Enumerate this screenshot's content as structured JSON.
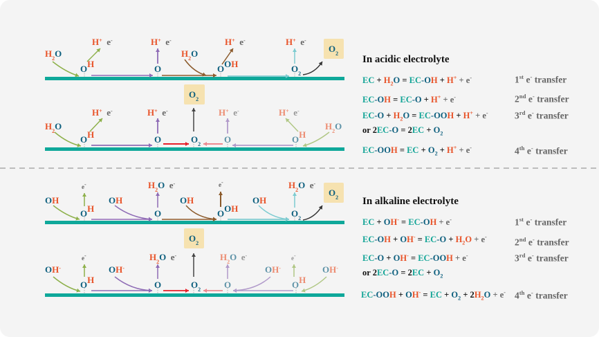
{
  "colors": {
    "o": "#e8542a",
    "b": "#0d5f7e",
    "t": "#14a597",
    "g": "#666666",
    "k": "#111111",
    "surface": "#0fa89a",
    "o2box": "#f6e2b0"
  },
  "species": {
    "H2O": [
      [
        "H",
        "o"
      ],
      [
        "2",
        "o",
        "sub"
      ],
      [
        "O",
        "b"
      ]
    ],
    "O_H": [
      [
        "O",
        "b"
      ],
      [
        "H",
        "o",
        "sup"
      ]
    ],
    "O": [
      [
        "O",
        "b"
      ]
    ],
    "O_OH": [
      [
        "O",
        "b"
      ],
      [
        "O",
        "b",
        "sup"
      ],
      [
        "H",
        "o",
        "sup"
      ]
    ],
    "O2": [
      [
        "O",
        "b"
      ],
      [
        "2",
        "b",
        "sub"
      ]
    ],
    "Hplus_e": [
      [
        "H",
        "o"
      ],
      [
        "+",
        "o",
        "sup"
      ],
      [
        "  e",
        "g"
      ],
      [
        "-",
        "g",
        "sup"
      ]
    ],
    "OH": [
      [
        "O",
        "b"
      ],
      [
        "H",
        "o"
      ]
    ],
    "OHminus": [
      [
        "O",
        "b"
      ],
      [
        "H",
        "o"
      ],
      [
        "-",
        "o",
        "sup"
      ]
    ],
    "e": [
      [
        "e",
        "g"
      ],
      [
        "-",
        "g",
        "sup"
      ]
    ],
    "H2O_e": [
      [
        "H",
        "o"
      ],
      [
        "2",
        "o",
        "sub"
      ],
      [
        "O",
        "b"
      ],
      [
        "  e",
        "g"
      ],
      [
        "-",
        "g",
        "sup"
      ]
    ]
  },
  "acidic": {
    "title": "In acidic electrolyte",
    "equations": [
      {
        "parts": [
          [
            "EC",
            "t"
          ],
          [
            " + ",
            "k"
          ],
          [
            "H",
            "o"
          ],
          [
            "2",
            "o",
            "sub"
          ],
          [
            "O",
            "b"
          ],
          [
            " = ",
            "k"
          ],
          [
            "EC",
            "t"
          ],
          [
            "-O",
            "b"
          ],
          [
            "H",
            "o"
          ],
          [
            " + ",
            "k"
          ],
          [
            "H",
            "o"
          ],
          [
            "+",
            "o",
            "sup"
          ],
          [
            " + e",
            "g"
          ],
          [
            "-",
            "g",
            "sup"
          ]
        ],
        "label": [
          [
            "1",
            "g"
          ],
          [
            "st",
            "g",
            "sup"
          ],
          [
            " e",
            "g"
          ],
          [
            "-",
            "g",
            "sup"
          ],
          [
            " transfer",
            "g"
          ]
        ]
      },
      {
        "parts": [
          [
            "EC",
            "t"
          ],
          [
            "-O",
            "b"
          ],
          [
            "H",
            "o"
          ],
          [
            " = ",
            "k"
          ],
          [
            "EC",
            "t"
          ],
          [
            "-O",
            "b"
          ],
          [
            " + ",
            "k"
          ],
          [
            "H",
            "o"
          ],
          [
            "+",
            "o",
            "sup"
          ],
          [
            " + e",
            "g"
          ],
          [
            "-",
            "g",
            "sup"
          ]
        ],
        "label": [
          [
            "2",
            "g"
          ],
          [
            "nd",
            "g",
            "sup"
          ],
          [
            " e",
            "g"
          ],
          [
            "-",
            "g",
            "sup"
          ],
          [
            " transfer",
            "g"
          ]
        ]
      },
      {
        "parts": [
          [
            "EC",
            "t"
          ],
          [
            "-O",
            "b"
          ],
          [
            " + ",
            "k"
          ],
          [
            "H",
            "o"
          ],
          [
            "2",
            "o",
            "sub"
          ],
          [
            "O",
            "b"
          ],
          [
            " = ",
            "k"
          ],
          [
            "EC",
            "t"
          ],
          [
            "-OO",
            "b"
          ],
          [
            "H",
            "o"
          ],
          [
            " + ",
            "k"
          ],
          [
            "H",
            "o"
          ],
          [
            "+",
            "o",
            "sup"
          ],
          [
            " + e",
            "g"
          ],
          [
            "-",
            "g",
            "sup"
          ]
        ],
        "label": [
          [
            "3",
            "g"
          ],
          [
            "rd",
            "g",
            "sup"
          ],
          [
            " e",
            "g"
          ],
          [
            "-",
            "g",
            "sup"
          ],
          [
            " transfer",
            "g"
          ]
        ]
      },
      {
        "parts": [
          [
            "or 2",
            "k"
          ],
          [
            "EC",
            "t"
          ],
          [
            "-O",
            "b"
          ],
          [
            " = 2",
            "k"
          ],
          [
            "EC",
            "t"
          ],
          [
            " + ",
            "k"
          ],
          [
            "O",
            "b"
          ],
          [
            "2",
            "b",
            "sub"
          ]
        ],
        "label": []
      },
      {
        "parts": [
          [
            "EC",
            "t"
          ],
          [
            "-OO",
            "b"
          ],
          [
            "H",
            "o"
          ],
          [
            " = ",
            "k"
          ],
          [
            "EC",
            "t"
          ],
          [
            " + ",
            "k"
          ],
          [
            "O",
            "b"
          ],
          [
            "2",
            "b",
            "sub"
          ],
          [
            " + ",
            "k"
          ],
          [
            "H",
            "o"
          ],
          [
            "+",
            "o",
            "sup"
          ],
          [
            " + e",
            "g"
          ],
          [
            "-",
            "g",
            "sup"
          ]
        ],
        "label": [
          [
            "4",
            "g"
          ],
          [
            "th",
            "g",
            "sup"
          ],
          [
            " e",
            "g"
          ],
          [
            "-",
            "g",
            "sup"
          ],
          [
            " transfer",
            "g"
          ]
        ]
      }
    ]
  },
  "alkaline": {
    "title": "In alkaline electrolyte",
    "equations": [
      {
        "parts": [
          [
            "EC",
            "t"
          ],
          [
            " + ",
            "k"
          ],
          [
            "O",
            "b"
          ],
          [
            "H",
            "o"
          ],
          [
            "-",
            "o",
            "sup"
          ],
          [
            " = ",
            "k"
          ],
          [
            "EC",
            "t"
          ],
          [
            "-O",
            "b"
          ],
          [
            "H",
            "o"
          ],
          [
            " + e",
            "g"
          ],
          [
            "-",
            "g",
            "sup"
          ]
        ],
        "label": [
          [
            "1",
            "g"
          ],
          [
            "st",
            "g",
            "sup"
          ],
          [
            " e",
            "g"
          ],
          [
            "-",
            "g",
            "sup"
          ],
          [
            " transfer",
            "g"
          ]
        ]
      },
      {
        "parts": [
          [
            "EC",
            "t"
          ],
          [
            "-O",
            "b"
          ],
          [
            "H",
            "o"
          ],
          [
            " + ",
            "k"
          ],
          [
            "O",
            "b"
          ],
          [
            "H",
            "o"
          ],
          [
            "-",
            "o",
            "sup"
          ],
          [
            " = ",
            "k"
          ],
          [
            "EC",
            "t"
          ],
          [
            "-O",
            "b"
          ],
          [
            " + ",
            "k"
          ],
          [
            "H",
            "o"
          ],
          [
            "2",
            "o",
            "sub"
          ],
          [
            "O",
            "o"
          ],
          [
            " + e",
            "g"
          ],
          [
            "-",
            "g",
            "sup"
          ]
        ],
        "label": [
          [
            "2",
            "g"
          ],
          [
            "nd",
            "g",
            "sup"
          ],
          [
            " e",
            "g"
          ],
          [
            "-",
            "g",
            "sup"
          ],
          [
            " transfer",
            "g"
          ]
        ]
      },
      {
        "parts": [
          [
            "EC",
            "t"
          ],
          [
            "-O",
            "b"
          ],
          [
            " + ",
            "k"
          ],
          [
            "O",
            "b"
          ],
          [
            "H",
            "o"
          ],
          [
            "-",
            "o",
            "sup"
          ],
          [
            " = ",
            "k"
          ],
          [
            "EC",
            "t"
          ],
          [
            "-OO",
            "b"
          ],
          [
            "H",
            "o"
          ],
          [
            " + e",
            "g"
          ],
          [
            "-",
            "g",
            "sup"
          ]
        ],
        "label": [
          [
            "3",
            "g"
          ],
          [
            "rd",
            "g",
            "sup"
          ],
          [
            " e",
            "g"
          ],
          [
            "-",
            "g",
            "sup"
          ],
          [
            " transfer",
            "g"
          ]
        ]
      },
      {
        "parts": [
          [
            "or 2",
            "k"
          ],
          [
            "EC",
            "t"
          ],
          [
            "-O",
            "b"
          ],
          [
            " = 2",
            "k"
          ],
          [
            "EC",
            "t"
          ],
          [
            " + ",
            "k"
          ],
          [
            "O",
            "b"
          ],
          [
            "2",
            "b",
            "sub"
          ]
        ],
        "label": []
      },
      {
        "parts": [
          [
            "EC",
            "t"
          ],
          [
            "-OO",
            "b"
          ],
          [
            "H",
            "o"
          ],
          [
            " + ",
            "k"
          ],
          [
            "O",
            "b"
          ],
          [
            "H",
            "o"
          ],
          [
            "-",
            "o",
            "sup"
          ],
          [
            " = ",
            "k"
          ],
          [
            "EC",
            "t"
          ],
          [
            " + ",
            "k"
          ],
          [
            "O",
            "b"
          ],
          [
            "2",
            "b",
            "sub"
          ],
          [
            " + 2",
            "k"
          ],
          [
            "H",
            "o"
          ],
          [
            "2",
            "o",
            "sub"
          ],
          [
            "O",
            "b"
          ],
          [
            " + e",
            "g"
          ],
          [
            "-",
            "g",
            "sup"
          ]
        ],
        "label": [
          [
            "4",
            "g"
          ],
          [
            "th",
            "g",
            "sup"
          ],
          [
            " e",
            "g"
          ],
          [
            "-",
            "g",
            "sup"
          ],
          [
            " transfer",
            "g"
          ]
        ]
      }
    ]
  }
}
